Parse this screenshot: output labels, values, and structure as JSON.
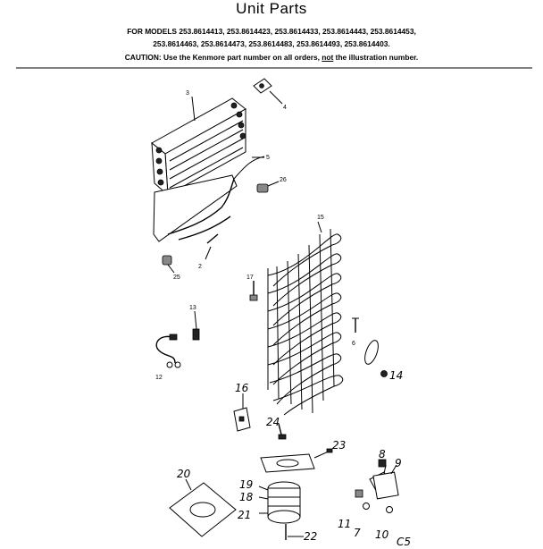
{
  "header": {
    "title": "Unit Parts",
    "models_line1": "FOR MODELS 253.8614413, 253.8614423, 253.8614433, 253.8614443, 253.8614453,",
    "models_line2": "253.8614463, 253.8614473, 253.8614483, 253.8614493, 253.8614403.",
    "caution_prefix": "CAUTION: Use the Kenmore part number on all orders, ",
    "caution_emph": "not",
    "caution_suffix": " the illustration number."
  },
  "callouts": {
    "p3a": "3",
    "p4": "4",
    "p5": "5",
    "p26": "26",
    "p25": "25",
    "p2": "2",
    "p15": "15",
    "p17": "17",
    "p13": "13",
    "p12": "12",
    "p6": "6",
    "p14": "14",
    "p16": "16",
    "p24": "24",
    "p23": "23",
    "p20": "20",
    "p19": "19",
    "p18": "18",
    "p21": "21",
    "p22": "22",
    "p8": "8",
    "p9": "9",
    "p11": "11",
    "p7": "7",
    "p10": "10",
    "corner": "C5"
  }
}
